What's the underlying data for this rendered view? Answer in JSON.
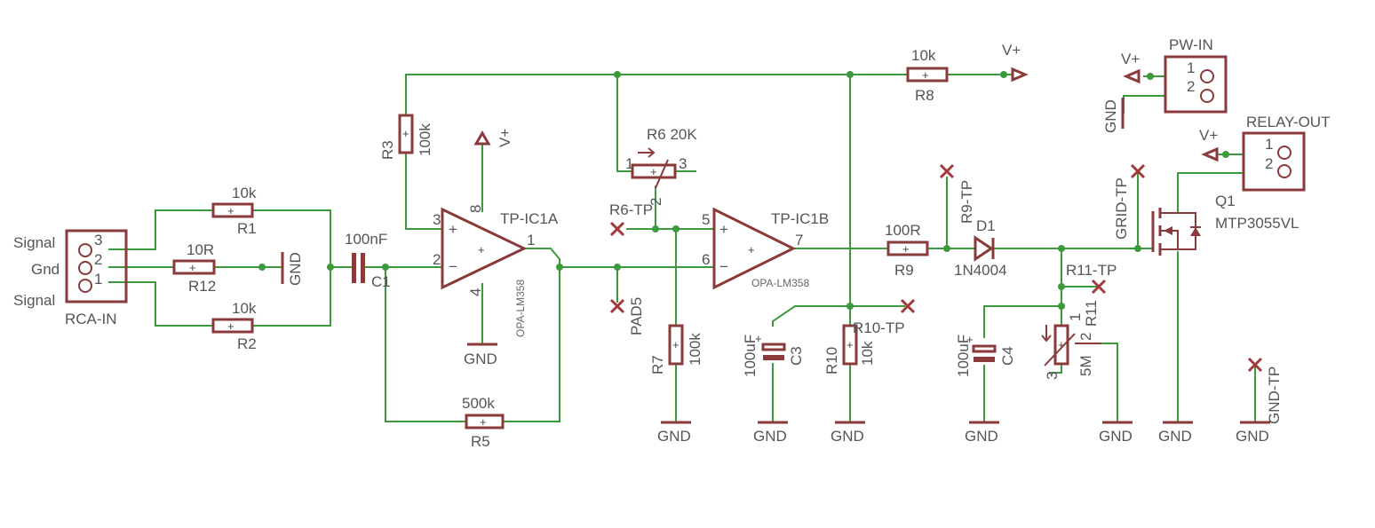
{
  "parts": {
    "rca_in": {
      "name": "RCA-IN",
      "pin3": "3",
      "pin2": "2",
      "pin1": "1",
      "sig_top": "Signal",
      "gnd": "Gnd",
      "sig_bot": "Signal"
    },
    "r1": {
      "name": "R1",
      "value": "10k"
    },
    "r2": {
      "name": "R2",
      "value": "10k"
    },
    "r12": {
      "name": "R12",
      "value": "10R"
    },
    "gnd_r12": "GND",
    "c1": {
      "name": "C1",
      "value": "100nF"
    },
    "r3": {
      "name": "R3",
      "value": "100k"
    },
    "ic1a": {
      "name": "TP-IC1A",
      "part": "OPA-LM358",
      "pin3": "3",
      "pin2": "2",
      "pin1": "1",
      "pin8": "8",
      "pin4": "4",
      "vplus": "V+",
      "gnd": "GND"
    },
    "r5": {
      "name": "R5",
      "value": "500k"
    },
    "r6": {
      "label": "R6 20K",
      "pin1": "1",
      "pin2": "2",
      "pin3": "3"
    },
    "r6tp": "R6-TP",
    "pad5": "PAD5",
    "r7": {
      "name": "R7",
      "value": "100k",
      "gnd": "GND"
    },
    "ic1b": {
      "name": "TP-IC1B",
      "part": "OPA-LM358",
      "pin5": "5",
      "pin6": "6",
      "pin7": "7"
    },
    "r8": {
      "name": "R8",
      "value": "10k",
      "vplus": "V+"
    },
    "r9": {
      "name": "R9",
      "value": "100R"
    },
    "r9tp": "R9-TP",
    "d1": {
      "name": "D1",
      "value": "1N4004"
    },
    "c3": {
      "name": "C3",
      "value": "100uF",
      "gnd": "GND"
    },
    "r10": {
      "name": "R10",
      "value": "10k",
      "gnd": "GND"
    },
    "r10tp": "R10-TP",
    "c4": {
      "name": "C4",
      "value": "100uF",
      "gnd": "GND"
    },
    "r11": {
      "name": "R11",
      "value": "5M",
      "pin1": "1",
      "pin2": "2",
      "pin3": "3",
      "gnd": "GND"
    },
    "r11tp": "R11-TP",
    "q1": {
      "name": "Q1",
      "value": "MTP3055VL",
      "gnd": "GND"
    },
    "gridtp": "GRID-TP",
    "pw_in": {
      "name": "PW-IN",
      "pin1": "1",
      "pin2": "2",
      "vplus": "V+",
      "gnd": "GND"
    },
    "relay_out": {
      "name": "RELAY-OUT",
      "pin1": "1",
      "pin2": "2",
      "vplus": "V+"
    },
    "gndtp": {
      "name": "GND-TP",
      "gnd": "GND"
    }
  },
  "colors": {
    "wire": "#3c9a3c",
    "part": "#8a3a3a",
    "text": "#555555"
  }
}
